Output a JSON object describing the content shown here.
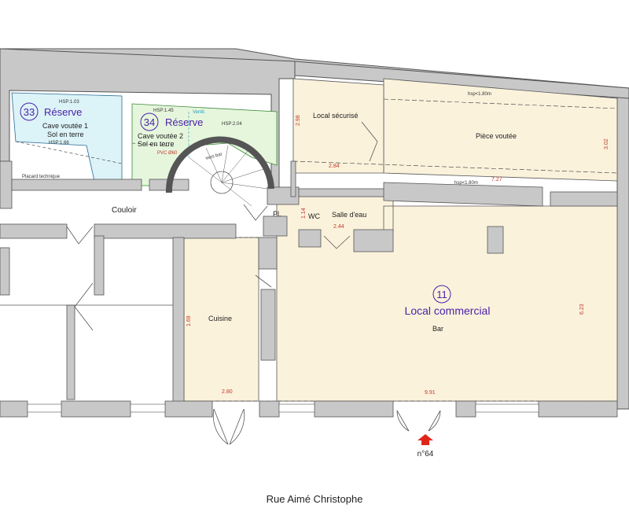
{
  "colors": {
    "wall": "#c8c8c8",
    "wall_stroke": "#555555",
    "commercial_fill": "#fbf2dc",
    "reserve33_fill": "#dcf3f8",
    "reserve34_fill": "#e6f6dc",
    "label_purple": "#4b22a8",
    "dimension_red": "#c0392b",
    "entrance_arrow": "#e0261b"
  },
  "rooms": {
    "r33": {
      "number": "33",
      "title": "Réserve",
      "line1": "Cave voutée 1",
      "line2": "Sol en terre",
      "hsp_top": "HSP:1.03",
      "hsp_bottom": "HSP:1.66"
    },
    "r34": {
      "number": "34",
      "title": "Réserve",
      "line1": "Cave voutée 2",
      "line2": "Sol en terre",
      "hsp_a": "HSP:1.45",
      "hsp_b": "HSP:2.04",
      "ventil": "Ventil.",
      "pvc": "PVC Ø60"
    },
    "r11": {
      "number": "11",
      "title": "Local commercial",
      "sub": "Bar"
    },
    "stairs": "vers bar",
    "placard": "Placard technique",
    "couloir": "Couloir",
    "pl": "Pl.",
    "wc": "WC",
    "salle_eau": "Salle d'eau",
    "cuisine": "Cuisine",
    "local_securise": "Local sécurisé",
    "piece_voutee": "Pièce voutée"
  },
  "dims": {
    "hsp_top_right": "hsp<1.80m",
    "hsp_mid": "hsp<1.80m",
    "d_298": "2.98",
    "d_284": "2.84",
    "d_727": "7.27",
    "d_302": "3.02",
    "d_114": "1.14",
    "d_244": "2.44",
    "d_169": "1.69",
    "d_280": "2.80",
    "d_623": "6.23",
    "d_991": "9.91"
  },
  "entrance": "n°64",
  "street": "Rue Aimé Christophe"
}
